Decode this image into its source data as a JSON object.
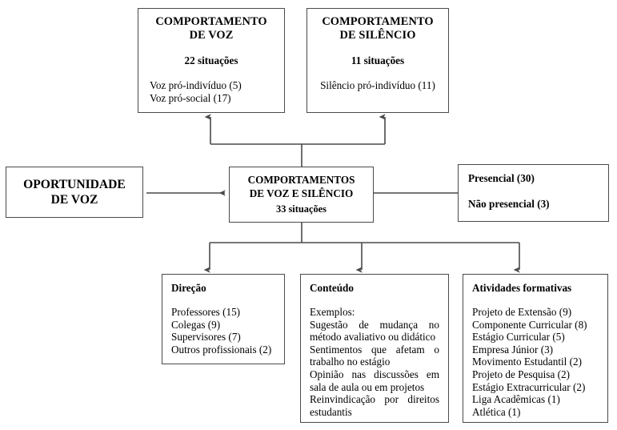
{
  "diagram": {
    "title": "Comportamentos de voz e silencio - fluxograma",
    "line_color": "#4a4a4a"
  },
  "boxes": {
    "voz": {
      "title_line1": "COMPORTAMENTO",
      "title_line2": "DE VOZ",
      "count": "22 situações",
      "items": [
        "Voz pró-indivíduo (5)",
        "Voz pró-social (17)"
      ]
    },
    "silencio": {
      "title_line1": "COMPORTAMENTO",
      "title_line2": "DE SILÊNCIO",
      "count": "11 situações",
      "items": [
        "Silêncio pró-indivíduo (11)"
      ]
    },
    "oportunidade": {
      "title_line1": "OPORTUNIDADE",
      "title_line2": "DE VOZ"
    },
    "central": {
      "title_line1": "COMPORTAMENTOS",
      "title_line2": "DE VOZ E SILÊNCIO",
      "count": "33 situações"
    },
    "modalidade": {
      "line1": "Presencial (30)",
      "line2": "Não presencial (3)"
    },
    "direcao": {
      "title": "Direção",
      "items": [
        "Professores (15)",
        "Colegas (9)",
        "Supervisores (7)",
        "Outros profissionais (2)"
      ]
    },
    "conteudo": {
      "title": "Conteúdo",
      "intro": "Exemplos:",
      "items": [
        "Sugestão de mudança no método avaliativo ou didático",
        "Sentimentos que afetam o trabalho no estágio",
        "Opinião nas discussões em sala de aula ou em projetos",
        "Reinvindicação por direitos estudantis"
      ]
    },
    "atividades": {
      "title": "Atividades formativas",
      "items": [
        "Projeto de Extensão (9)",
        "Componente Curricular (8)",
        "Estágio Curricular (5)",
        "Empresa Júnior (3)",
        "Movimento Estudantil (2)",
        "Projeto de Pesquisa (2)",
        "Estágio Extracurricular (2)",
        "Liga Acadêmicas (1)",
        "Atlética (1)"
      ]
    }
  }
}
